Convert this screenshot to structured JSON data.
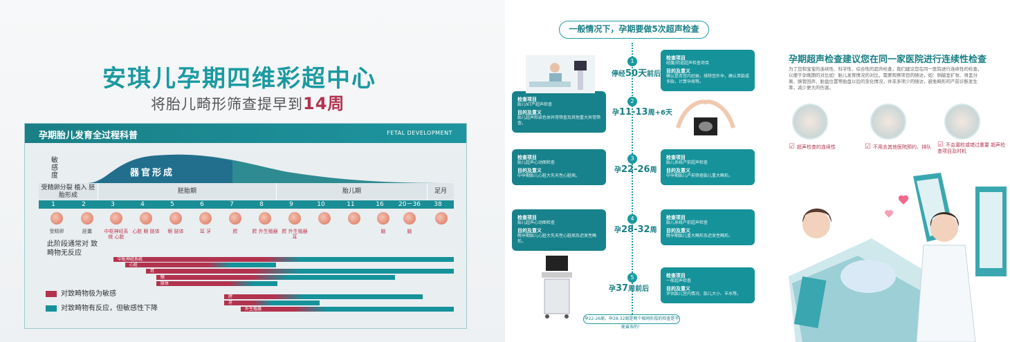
{
  "left": {
    "title": "安琪儿孕期四维彩超中心",
    "subtitle_prefix": "将胎儿畸形筛查提早到",
    "subtitle_highlight": "14周",
    "chart": {
      "header_title": "孕期胎儿发育全过程科普",
      "header_en": "FETAL DEVELOPMENT",
      "sensitivity_label": "敏感度",
      "organ_label": "器官形成",
      "phases": [
        {
          "label": "受精卵分裂 植入 胚胎形成"
        },
        {
          "label": "胚胎期"
        },
        {
          "label": "胎儿期"
        },
        {
          "label": "足月"
        }
      ],
      "weeks": [
        "1",
        "2",
        "3",
        "4",
        "5",
        "6",
        "7",
        "8",
        "9",
        "10",
        "11",
        "16",
        "20－36",
        "38"
      ],
      "embryo_labels": [
        "受精卵",
        "胚囊",
        "中枢神经系统 心脏",
        "心脏 眼 肢体",
        "眼 肢体",
        "耳 牙",
        "腭",
        "腭 外生殖器",
        "腭 外生殖器 耳",
        "",
        "",
        "脑",
        "脑",
        ""
      ],
      "note": "此阶段通常对 致畸物无反应",
      "bars": [
        "中枢神经系统",
        "心脏",
        "耳",
        "眼",
        "肢体",
        "腭",
        "牙",
        "外生殖器"
      ],
      "legend_sensitive": "对致畸物极为敏感",
      "legend_less": "对致畸物有反应，但敏感性下降"
    }
  },
  "right": {
    "pill": "一般情况下，孕期要做5次超声检查",
    "steps": [
      {
        "num": "1",
        "week_prefix": "停经",
        "week_main": "50天",
        "week_suffix": "前后",
        "item_title": "检查项目",
        "item_body": "经腹/阴道超声检查项目",
        "sig_title": "目的及意义",
        "sig_body": "确认是否宫内妊娠，排除宫外孕，确认单胎或多胎，计算孕周等。"
      },
      {
        "num": "2",
        "week_prefix": "孕",
        "week_main": "11-13",
        "week_suffix": "周+6天",
        "item_title": "检查项目",
        "item_body": "胎儿NT严超声检查",
        "sig_title": "目的及意义",
        "sig_body": "胎儿超声和染色体异常筛查及其他重大异常筛查。"
      },
      {
        "num": "3",
        "week_prefix": "孕",
        "week_main": "22-26",
        "week_suffix": "周",
        "item_title": "检查项目",
        "item_body": "胎儿超声心动图检查",
        "sig_title": "目的及意义",
        "sig_body": "中孕期胎儿心脏大先天性心脏病。"
      },
      {
        "num": "3",
        "week_prefix": "",
        "week_main": "",
        "week_suffix": "",
        "item_title": "检查项目",
        "item_body": "胎儿系统产前超声检查",
        "sig_title": "目的及意义",
        "sig_body": "中孕期胎儿产前筛查胎儿重大畸形。"
      },
      {
        "num": "4",
        "week_prefix": "孕",
        "week_main": "28-32",
        "week_suffix": "周",
        "item_title": "检查项目",
        "item_body": "胎儿超声心动图检查",
        "sig_title": "目的及意义",
        "sig_body": "晚孕期胎儿心脏大先天性心脏病及迟发性畸形。"
      },
      {
        "num": "4",
        "week_prefix": "",
        "week_main": "",
        "week_suffix": "",
        "item_title": "检查项目",
        "item_body": "胎儿系统产前超声检查",
        "sig_title": "目的及意义",
        "sig_body": "晚孕期胎儿重大畸形及迟发性畸形。"
      },
      {
        "num": "5",
        "week_prefix": "孕",
        "week_main": "37",
        "week_suffix": "周前后",
        "item_title": "检查项目",
        "item_body": "一般超声检查",
        "sig_title": "目的及意义",
        "sig_body": "评估胎儿宫内情况、胎儿大小、羊水等。"
      }
    ],
    "bottom_note": "孕22-26周，孕28-32周是两个相同阶段的检查是不能省去的！",
    "recommend_title": "孕期超声检查建议您在同一家医院进行连续性检查",
    "recommend_text": "为了您和宝宝的连续性、科学性、综合性的超声检查，我们建议您在同一医院进行连续性的检查，以便于孕晚期的对比如：胎儿发育情况的对比，需要观察项目的随访，如：侧脑室扩张、肾盂分离、肠管回声、胎盘位置等胎盘以后的变化情况，并非多项少的随访，避免畸形的产前诊断发生率，减少更大的伤害。",
    "checks": [
      "超声检查的连续性",
      "不用去其他医院预约、排队",
      "不会漏检或错过重要 超声检查项目及时机"
    ]
  }
}
